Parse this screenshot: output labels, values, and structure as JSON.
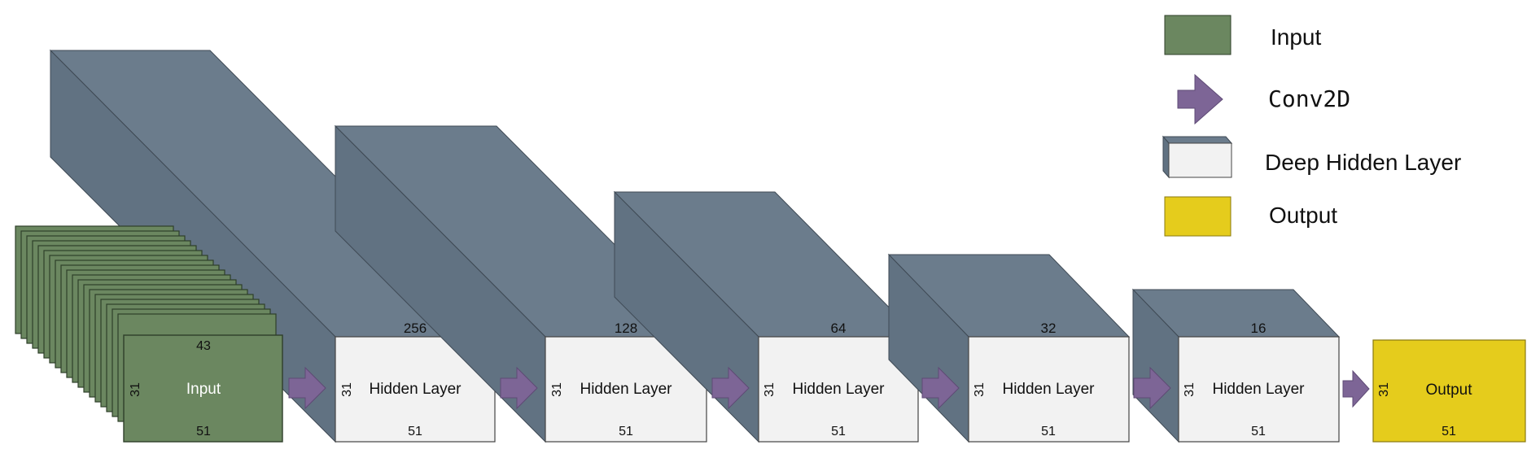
{
  "input_block": {
    "label": "Input",
    "width_label": "43",
    "height_label": "31",
    "depth_label": "51"
  },
  "hidden_layers": [
    {
      "label": "Hidden Layer",
      "channels": "256",
      "height_label": "31",
      "depth_label": "51"
    },
    {
      "label": "Hidden Layer",
      "channels": "128",
      "height_label": "31",
      "depth_label": "51"
    },
    {
      "label": "Hidden Layer",
      "channels": "64",
      "height_label": "31",
      "depth_label": "51"
    },
    {
      "label": "Hidden Layer",
      "channels": "32",
      "height_label": "31",
      "depth_label": "51"
    },
    {
      "label": "Hidden Layer",
      "channels": "16",
      "height_label": "31",
      "depth_label": "51"
    }
  ],
  "output_block": {
    "label": "Output",
    "height_label": "31",
    "depth_label": "51"
  },
  "legend": {
    "input": "Input",
    "conv": "Conv2D",
    "hidden": "Deep Hidden Layer",
    "output": "Output"
  },
  "colors": {
    "input": "#6b8760",
    "block": "#6b7c8c",
    "face": "#f2f2f2",
    "arrow": "#7d6596",
    "output": "#e5cc1c"
  }
}
